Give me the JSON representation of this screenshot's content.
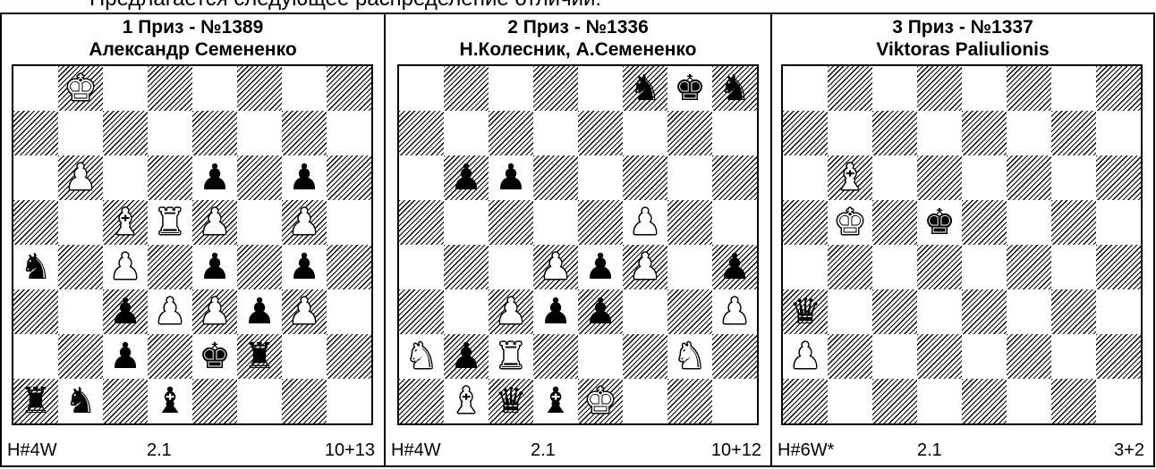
{
  "caption": "Предлагается следующее распределение отличий:",
  "problems": [
    {
      "title": "1 Приз - №1389",
      "author": "Александр Семененко",
      "stipulation": "H#4W",
      "version": "2.1",
      "count": "10+13",
      "pieces": [
        {
          "sq": "b8",
          "p": "K",
          "c": "w"
        },
        {
          "sq": "b6",
          "p": "P",
          "c": "w"
        },
        {
          "sq": "e6",
          "p": "P",
          "c": "b"
        },
        {
          "sq": "g6",
          "p": "P",
          "c": "b"
        },
        {
          "sq": "c5",
          "p": "B",
          "c": "w"
        },
        {
          "sq": "d5",
          "p": "R",
          "c": "w"
        },
        {
          "sq": "e5",
          "p": "P",
          "c": "w"
        },
        {
          "sq": "g5",
          "p": "P",
          "c": "w"
        },
        {
          "sq": "a4",
          "p": "N",
          "c": "b"
        },
        {
          "sq": "c4",
          "p": "P",
          "c": "w"
        },
        {
          "sq": "e4",
          "p": "P",
          "c": "b"
        },
        {
          "sq": "g4",
          "p": "P",
          "c": "b"
        },
        {
          "sq": "c3",
          "p": "P",
          "c": "b"
        },
        {
          "sq": "d3",
          "p": "P",
          "c": "w"
        },
        {
          "sq": "e3",
          "p": "P",
          "c": "w"
        },
        {
          "sq": "f3",
          "p": "P",
          "c": "b"
        },
        {
          "sq": "g3",
          "p": "P",
          "c": "w"
        },
        {
          "sq": "c2",
          "p": "P",
          "c": "b"
        },
        {
          "sq": "e2",
          "p": "K",
          "c": "b"
        },
        {
          "sq": "f2",
          "p": "R",
          "c": "b"
        },
        {
          "sq": "a1",
          "p": "R",
          "c": "b"
        },
        {
          "sq": "b1",
          "p": "N",
          "c": "b"
        },
        {
          "sq": "d1",
          "p": "B",
          "c": "b"
        }
      ]
    },
    {
      "title": "2 Приз - №1336",
      "author": "Н.Колесник, А.Семененко",
      "stipulation": "H#4W",
      "version": "2.1",
      "count": "10+12",
      "pieces": [
        {
          "sq": "f8",
          "p": "N",
          "c": "b"
        },
        {
          "sq": "g8",
          "p": "K",
          "c": "b"
        },
        {
          "sq": "h8",
          "p": "N",
          "c": "b"
        },
        {
          "sq": "b6",
          "p": "P",
          "c": "b"
        },
        {
          "sq": "c6",
          "p": "P",
          "c": "b"
        },
        {
          "sq": "f5",
          "p": "P",
          "c": "w"
        },
        {
          "sq": "d4",
          "p": "P",
          "c": "w"
        },
        {
          "sq": "e4",
          "p": "P",
          "c": "b"
        },
        {
          "sq": "f4",
          "p": "P",
          "c": "w"
        },
        {
          "sq": "h4",
          "p": "P",
          "c": "b"
        },
        {
          "sq": "c3",
          "p": "P",
          "c": "w"
        },
        {
          "sq": "d3",
          "p": "P",
          "c": "b"
        },
        {
          "sq": "e3",
          "p": "P",
          "c": "b"
        },
        {
          "sq": "h3",
          "p": "P",
          "c": "w"
        },
        {
          "sq": "a2",
          "p": "N",
          "c": "w"
        },
        {
          "sq": "b2",
          "p": "P",
          "c": "b"
        },
        {
          "sq": "c2",
          "p": "R",
          "c": "w"
        },
        {
          "sq": "g2",
          "p": "N",
          "c": "w"
        },
        {
          "sq": "b1",
          "p": "B",
          "c": "w"
        },
        {
          "sq": "c1",
          "p": "Q",
          "c": "b"
        },
        {
          "sq": "d1",
          "p": "B",
          "c": "b"
        },
        {
          "sq": "e1",
          "p": "K",
          "c": "w"
        }
      ]
    },
    {
      "title": "3 Приз - №1337",
      "author": "Viktoras Paliulionis",
      "stipulation": "H#6W*",
      "version": "2.1",
      "count": "3+2",
      "pieces": [
        {
          "sq": "b6",
          "p": "B",
          "c": "w"
        },
        {
          "sq": "b5",
          "p": "K",
          "c": "w"
        },
        {
          "sq": "d5",
          "p": "K",
          "c": "b"
        },
        {
          "sq": "a3",
          "p": "Q",
          "c": "b"
        },
        {
          "sq": "a2",
          "p": "P",
          "c": "w"
        }
      ]
    }
  ],
  "glyphs": {
    "K": "♚",
    "Q": "♛",
    "R": "♜",
    "B": "♝",
    "N": "♞",
    "P": "♟"
  }
}
